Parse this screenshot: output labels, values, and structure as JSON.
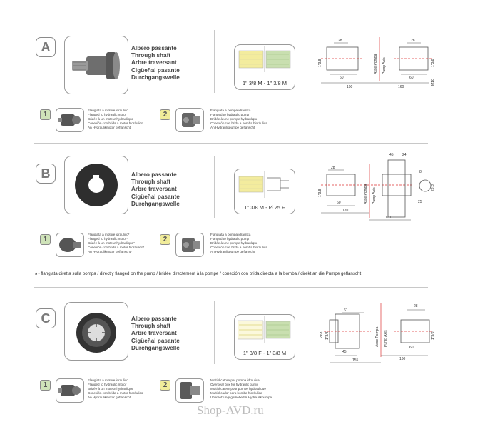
{
  "sections": [
    {
      "letter": "A",
      "names": [
        "Albero passante",
        "Through shaft",
        "Arbre traversant",
        "Cigüeñal pasante",
        "Durchgangswelle"
      ],
      "shaft_label": "1\" 3/8 M - 1\" 3/8 M",
      "opt1": [
        "Flangiata a motore idraulico",
        "Flanged to hydraulic motor",
        "Bridée à un moteur hydraulique",
        "Conexión con brida a motor hidráulico",
        "An Hydraulikmotor geflanscht"
      ],
      "opt2": [
        "Flangiata a pompa idraulica",
        "Flanged to hydraulic pump",
        "Bridée à une pompe hydraulique",
        "Conexión con brida a bomba hidráulica",
        "An Hydraulikpumpe geflanscht"
      ],
      "dims": {
        "d28a": "28",
        "d28b": "28",
        "d60a": "60",
        "d60b": "60",
        "d160a": "160",
        "d160b": "160",
        "d138a": "1\"3/8",
        "d138b": "1\"3/8",
        "m10": "M10",
        "axis_it": "Asse Pompa",
        "axis_en": "Pump Axis"
      }
    },
    {
      "letter": "B",
      "names": [
        "Albero passante",
        "Through shaft",
        "Arbre traversant",
        "Cigüeñal pasante",
        "Durchgangswelle"
      ],
      "shaft_label": "1\" 3/8 M  - Ø 25 F",
      "opt1": [
        "Flangiata a motore idraulico*",
        "Flanged to hydraulic motor*",
        "Bridée à un moteur hydraulique*",
        "Conexión con brida a motor hidráulico*",
        "An Hydraulikmotor geflanscht*"
      ],
      "opt2": [
        "Flangiata a pompa idraulica",
        "Flanged to hydraulic pump",
        "Bridée à une pompe hydraulique",
        "Conexión con brida a bomba hidráulica",
        "An Hydraulikpumpe geflanscht"
      ],
      "dims": {
        "d28": "28",
        "d60": "60",
        "d170": "170",
        "d110": "110",
        "d45": "45",
        "d24": "24",
        "d8": "8",
        "d283": "28.3",
        "d25": "25",
        "d138": "1\"3/8",
        "axis_it": "Asse Pompa",
        "axis_en": "Pump Axis"
      }
    },
    {
      "letter": "C",
      "names": [
        "Albero passante",
        "Through shaft",
        "Arbre traversant",
        "Cigüeñal pasante",
        "Durchgangswelle"
      ],
      "shaft_label": "1\" 3/8 F - 1\" 3/8 M",
      "opt1": [
        "Flangiata a motore idraulico",
        "Flanged to hydraulic motor",
        "Bridée à un moteur hydraulique",
        "Conexión con brida a motor hidráulico",
        "An Hydraulikmotor geflanscht"
      ],
      "opt2": [
        "Moltiplicatore per pompa idraulica",
        "Overgear box for hydraulic pump",
        "Multiplicateur pour pompe hydraulique",
        "Multiplicador para bomba hidráulica",
        "Übersetzungsgetriebe für Hydraulikpumpe"
      ],
      "dims": {
        "d61": "61",
        "d28": "28",
        "d45": "45",
        "d155": "155",
        "d60": "60",
        "d160": "160",
        "d63": "Ø63",
        "d138a": "1\"3/8",
        "d138b": "1\"3/8",
        "axis_it": "Asse Pompa",
        "axis_en": "Pump Axis"
      }
    }
  ],
  "badges": {
    "one": "1",
    "two": "2"
  },
  "footnote": "★- flangiata diretta sulla pompa / directly flanged on the pump / bridée directement à la pompe / conexión con brida directa a la bomba / direkt an die Pumpe geflanscht",
  "watermark": "Shop-AVD.ru",
  "colors": {
    "thread_yellow": "#f3ec9e",
    "thread_green": "#c9dfb0",
    "badge1": "#cfe3b9",
    "badge2": "#f1ec9a",
    "axis_red": "#d33",
    "frame_gray": "#9a9a9a"
  }
}
